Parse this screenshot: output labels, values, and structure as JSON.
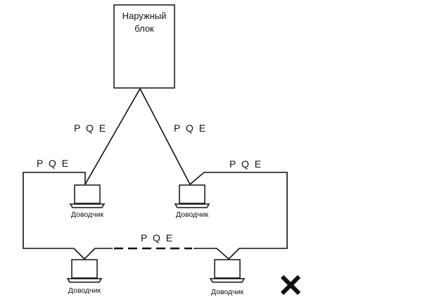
{
  "outdoor_unit": {
    "line1": "Наружный",
    "line2": "блок"
  },
  "wire_labels": {
    "left_trunk": "P Q E",
    "right_trunk": "P Q E",
    "left_loop": "P Q E",
    "right_loop": "P Q E",
    "bottom_link": "P Q E"
  },
  "terminals": {
    "upper_left": "Доводчик",
    "upper_right": "Доводчик",
    "lower_left": "Доводчик",
    "lower_right": "Доводчик"
  },
  "status_mark": {
    "symbol": "✖",
    "meaning": "incorrect"
  },
  "colors": {
    "line": "#111111",
    "background": "#ffffff"
  }
}
